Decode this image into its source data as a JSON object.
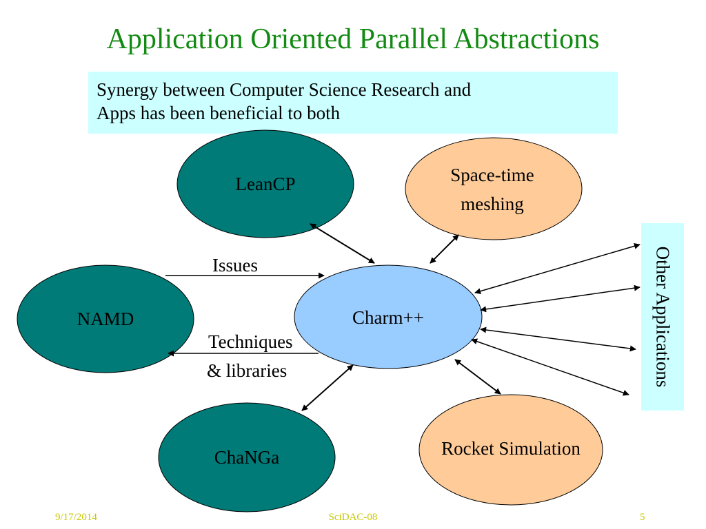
{
  "slide": {
    "title": "Application Oriented Parallel Abstractions",
    "callout": {
      "line1": "Synergy between Computer Science Research and",
      "line2": "Apps has been beneficial to both"
    }
  },
  "nodes": {
    "leancp": "LeanCP",
    "spacetime_line1": "Space-time",
    "spacetime_line2": "meshing",
    "namd": "NAMD",
    "charm": "Charm++",
    "changa": "ChaNGa",
    "rocket": "Rocket Simulation",
    "other": "Other Applications"
  },
  "edge_labels": {
    "issues": "Issues",
    "techniques_line1": "Techniques",
    "techniques_line2": "& libraries"
  },
  "footer": {
    "date": "9/17/2014",
    "center": "SciDAC-08",
    "page": "5"
  },
  "colors": {
    "title": "#138A13",
    "callout_bg": "#CCFFFF",
    "teal_node": "#007B78",
    "peach_node": "#FFCC99",
    "charm_node": "#99CCFF",
    "footer": "#C8C800"
  }
}
